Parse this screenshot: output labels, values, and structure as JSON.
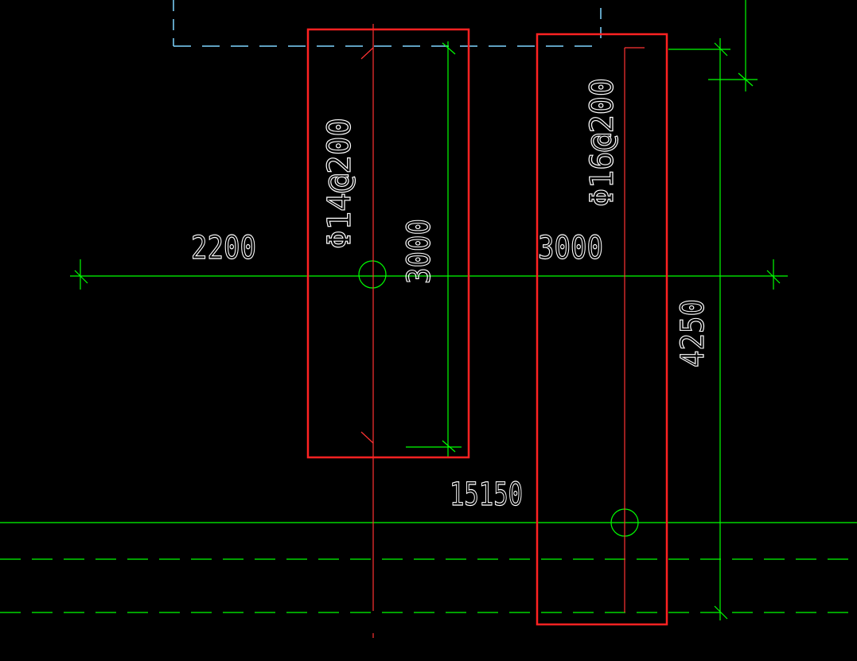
{
  "drawing": {
    "labels": {
      "rebar_left": "Φ14@200",
      "rebar_right": "Φ16@200",
      "dim_left_horizontal": "2200",
      "dim_left_vertical": "3000",
      "dim_right_horizontal": "3000",
      "dim_right_vertical": "4250",
      "dim_bottom": "15150"
    },
    "colors": {
      "background": "#000000",
      "dimension": "#00ff00",
      "rebar": "#ff3333",
      "highlight": "#ff2222",
      "outline_dashed": "#7fd6ff",
      "text": "#ffffff"
    }
  }
}
